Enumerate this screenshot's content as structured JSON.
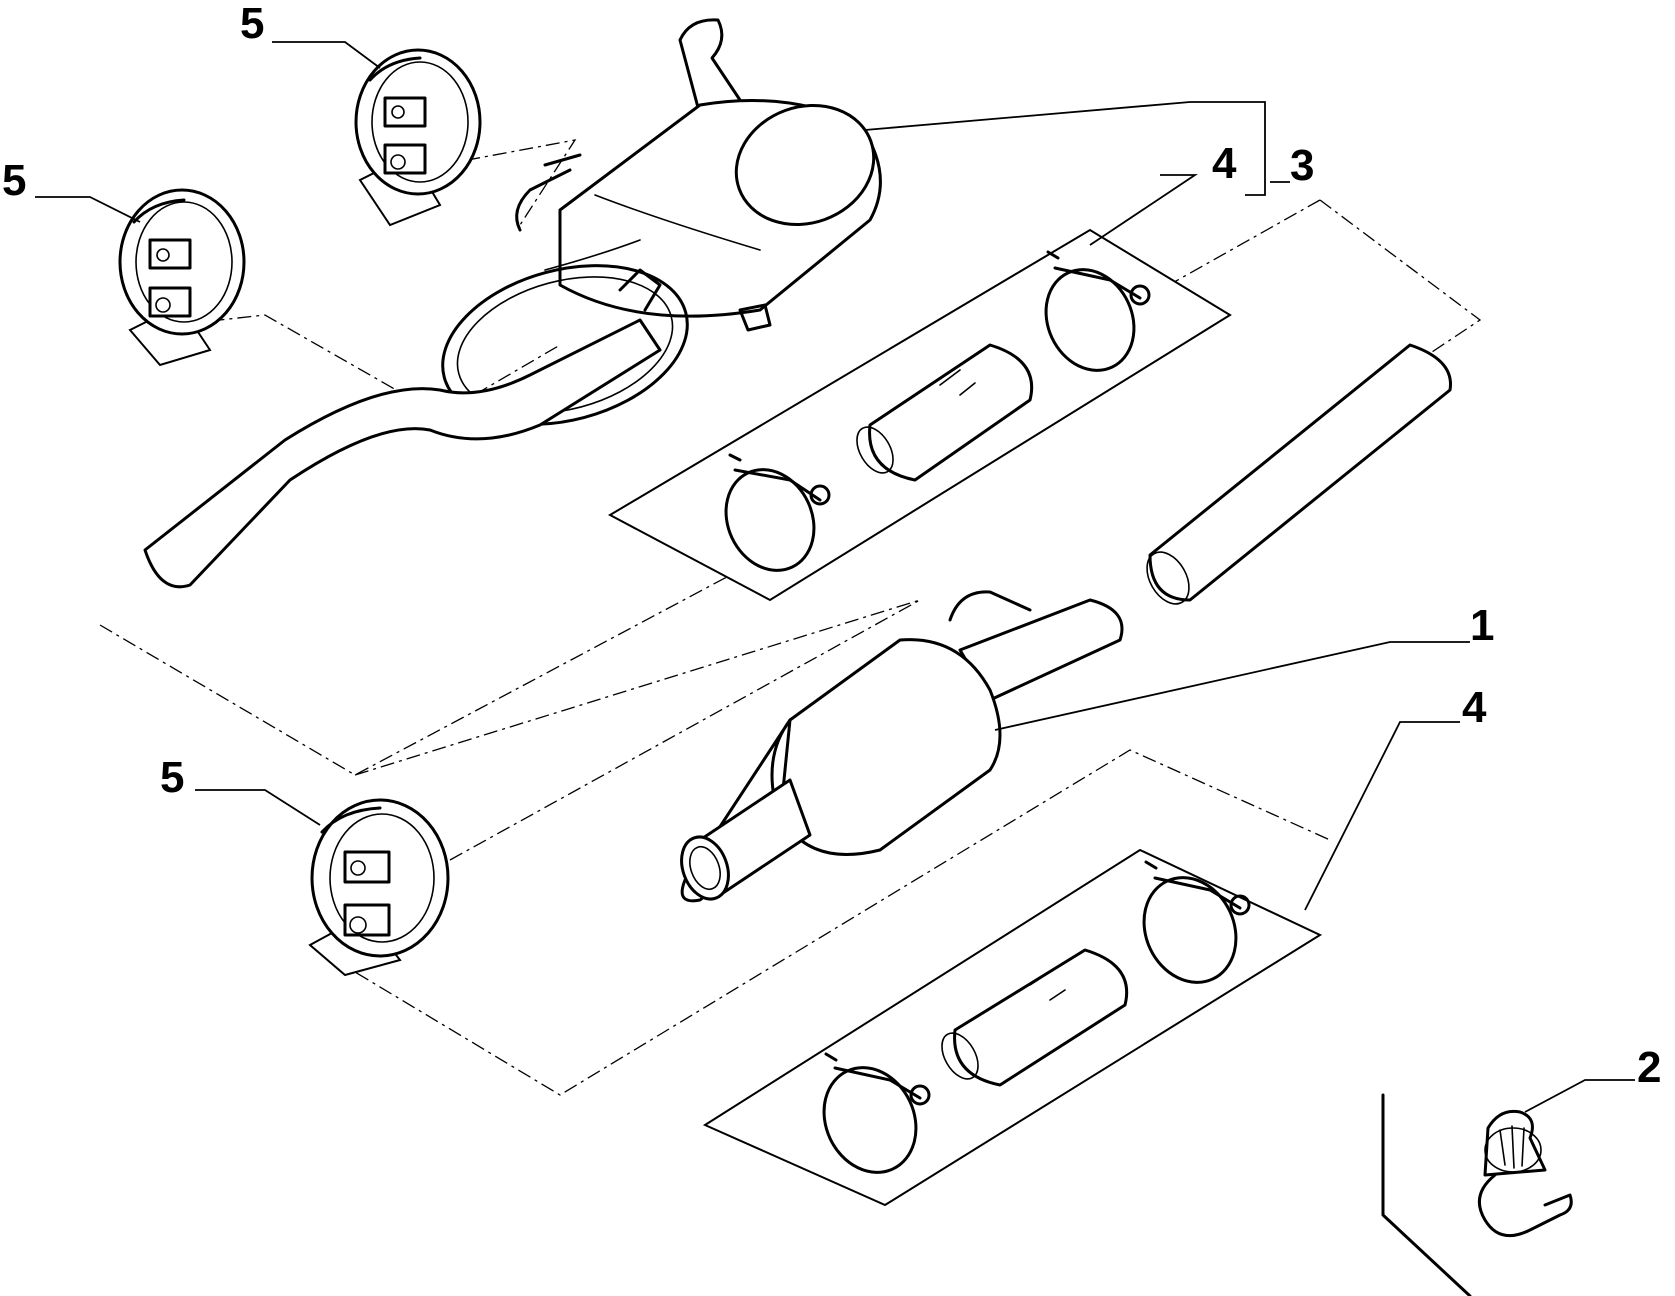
{
  "callouts": [
    {
      "id": "muffler-top-left",
      "label": "5"
    },
    {
      "id": "muffler-left",
      "label": "5"
    },
    {
      "id": "rear-silencer",
      "label": "3"
    },
    {
      "id": "clamp-kit-upper",
      "label": "4"
    },
    {
      "id": "catalytic-converter",
      "label": "1"
    },
    {
      "id": "clamp-kit-lower",
      "label": "4"
    },
    {
      "id": "mount-lower-left",
      "label": "5"
    },
    {
      "id": "sensor-clip",
      "label": "2"
    }
  ]
}
